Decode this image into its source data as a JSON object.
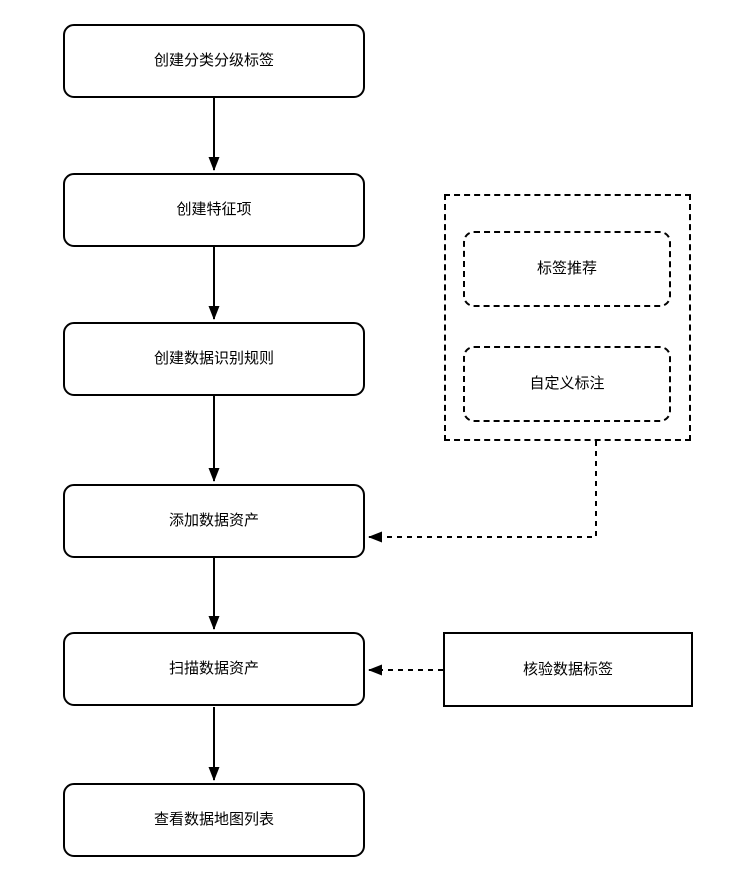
{
  "diagram": {
    "background_color": "#ffffff",
    "stroke_color": "#000000",
    "text_color": "#000000",
    "main_flow": [
      {
        "label": "创建分类分级标签"
      },
      {
        "label": "创建特征项"
      },
      {
        "label": "创建数据识别规则"
      },
      {
        "label": "添加数据资产"
      },
      {
        "label": "扫描数据资产"
      },
      {
        "label": "查看数据地图列表"
      }
    ],
    "annotation_group": {
      "items": [
        {
          "label": "标签推荐"
        },
        {
          "label": "自定义标注"
        }
      ]
    },
    "verify_box": {
      "label": "核验数据标签"
    },
    "connections": {
      "main_flow_style": "solid-arrow-down",
      "annotation_to_add_assets": "dashed-arrow",
      "verify_to_scan_assets": "dashed-arrow"
    }
  }
}
